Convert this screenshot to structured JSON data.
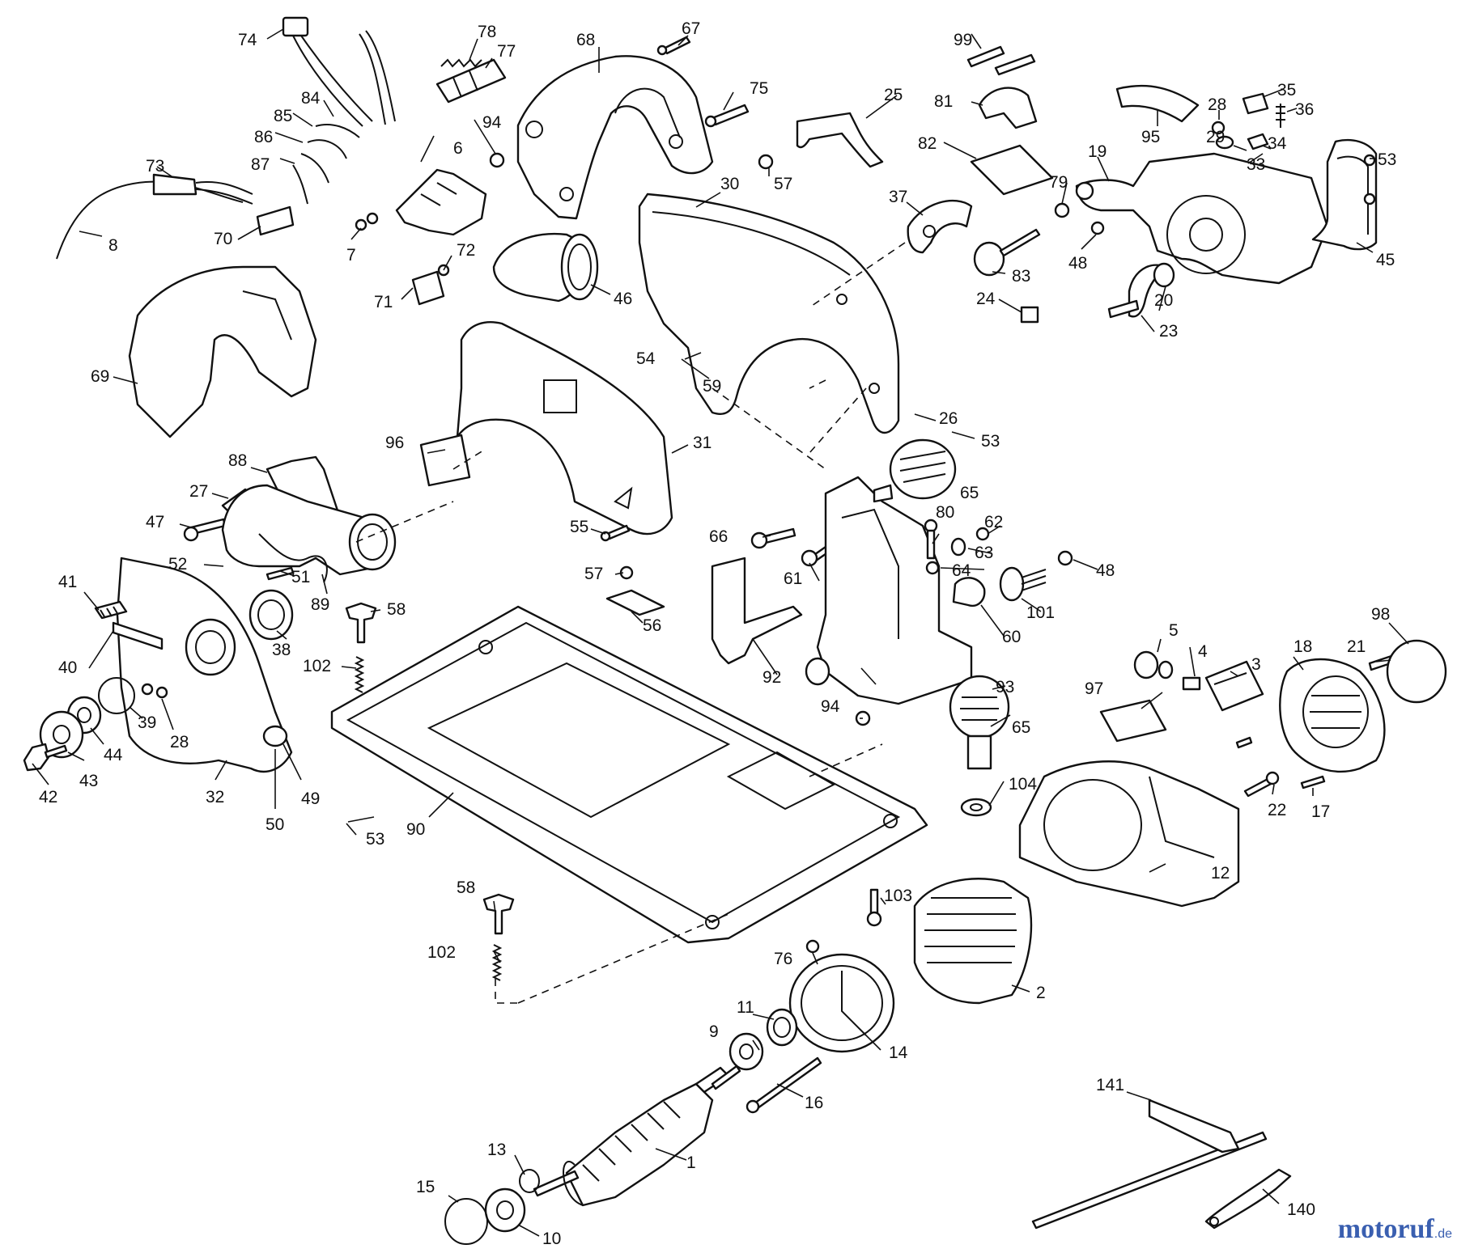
{
  "labels": {
    "p1": "1",
    "p2": "2",
    "p3": "3",
    "p4": "4",
    "p5": "5",
    "p6": "6",
    "p7": "7",
    "p8": "8",
    "p9": "9",
    "p10": "10",
    "p11": "11",
    "p12": "12",
    "p13": "13",
    "p14": "14",
    "p15": "15",
    "p16": "16",
    "p17": "17",
    "p18": "18",
    "p19": "19",
    "p20": "20",
    "p21": "21",
    "p22": "22",
    "p23": "23",
    "p24": "24",
    "p25": "25",
    "p26": "26",
    "p27": "27",
    "p28a": "28",
    "p28b": "28",
    "p29": "29",
    "p30": "30",
    "p31": "31",
    "p32": "32",
    "p33": "33",
    "p34": "34",
    "p35": "35",
    "p36": "36",
    "p37": "37",
    "p38": "38",
    "p39": "39",
    "p40": "40",
    "p41": "41",
    "p42": "42",
    "p43": "43",
    "p44": "44",
    "p45": "45",
    "p46": "46",
    "p47": "47",
    "p48a": "48",
    "p48b": "48",
    "p49": "49",
    "p50": "50",
    "p51": "51",
    "p52": "52",
    "p53a": "53",
    "p53b": "53",
    "p53c": "53",
    "p54": "54",
    "p55": "55",
    "p56": "56",
    "p57a": "57",
    "p57b": "57",
    "p58a": "58",
    "p58b": "58",
    "p59": "59",
    "p60": "60",
    "p61": "61",
    "p62": "62",
    "p63": "63",
    "p64": "64",
    "p65a": "65",
    "p65b": "65",
    "p66": "66",
    "p67": "67",
    "p68": "68",
    "p69": "69",
    "p70": "70",
    "p71": "71",
    "p72": "72",
    "p73": "73",
    "p74": "74",
    "p75": "75",
    "p76": "76",
    "p77": "77",
    "p78": "78",
    "p79": "79",
    "p80": "80",
    "p81": "81",
    "p82": "82",
    "p83": "83",
    "p84": "84",
    "p85": "85",
    "p86": "86",
    "p87": "87",
    "p88": "88",
    "p89": "89",
    "p90": "90",
    "p92": "92",
    "p93": "93",
    "p94a": "94",
    "p94b": "94",
    "p95": "95",
    "p96": "96",
    "p97": "97",
    "p98": "98",
    "p99": "99",
    "p101": "101",
    "p102a": "102",
    "p102b": "102",
    "p103": "103",
    "p104": "104",
    "p140": "140",
    "p141": "141"
  },
  "watermark": {
    "brand": "motoruf",
    "tld": ".de"
  },
  "colors": {
    "line": "#111111",
    "background": "#ffffff",
    "watermark": "#3a5fb0"
  }
}
